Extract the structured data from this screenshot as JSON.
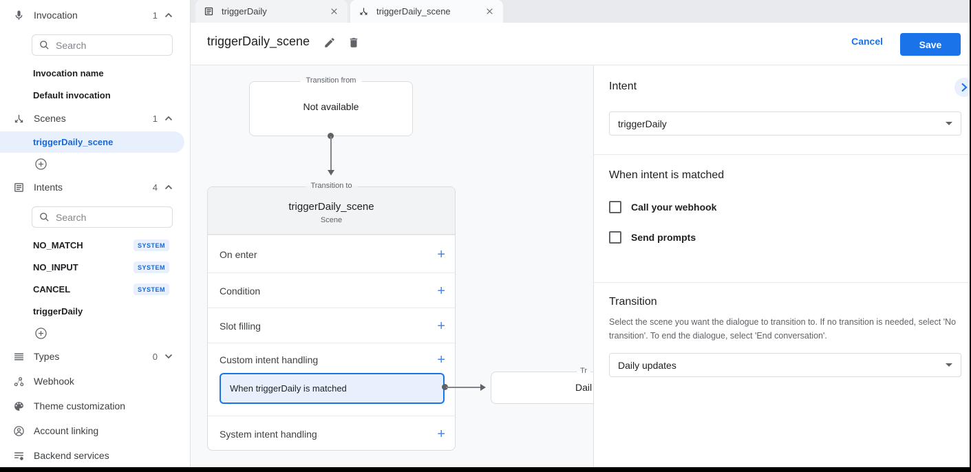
{
  "colors": {
    "accent": "#1a73e8",
    "accent_light": "#e8f0fe",
    "badge_text": "#1967d2",
    "canvas_bg": "#f8f9fa",
    "tabstrip_bg": "#e8eaed",
    "card_header_bg": "#f1f3f4",
    "border": "#dadce0",
    "text": "#202124",
    "text_secondary": "#5f6368"
  },
  "sidebar": {
    "search_placeholder": "Search",
    "sections": {
      "invocation": {
        "label": "Invocation",
        "count": "1",
        "state": "expanded"
      },
      "scenes": {
        "label": "Scenes",
        "count": "1",
        "state": "expanded"
      },
      "intents": {
        "label": "Intents",
        "count": "4",
        "state": "expanded"
      },
      "types": {
        "label": "Types",
        "count": "0",
        "state": "collapsed"
      }
    },
    "invocation_items": [
      {
        "label": "Invocation name"
      },
      {
        "label": "Default invocation"
      }
    ],
    "scene_items": [
      {
        "label": "triggerDaily_scene",
        "selected": true
      }
    ],
    "intent_items": [
      {
        "label": "NO_MATCH",
        "badge": "SYSTEM"
      },
      {
        "label": "NO_INPUT",
        "badge": "SYSTEM"
      },
      {
        "label": "CANCEL",
        "badge": "SYSTEM"
      },
      {
        "label": "triggerDaily",
        "badge": ""
      }
    ],
    "tools": [
      {
        "label": "Webhook"
      },
      {
        "label": "Theme customization"
      },
      {
        "label": "Account linking"
      },
      {
        "label": "Backend services"
      }
    ]
  },
  "tabs": [
    {
      "label": "triggerDaily",
      "icon": "intent-icon",
      "active": false
    },
    {
      "label": "triggerDaily_scene",
      "icon": "scene-icon",
      "active": true
    }
  ],
  "header": {
    "title": "triggerDaily_scene",
    "cancel_label": "Cancel",
    "save_label": "Save"
  },
  "diagram": {
    "transition_from": {
      "legend": "Transition from",
      "content": "Not available"
    },
    "scene_card": {
      "legend": "Transition to",
      "title": "triggerDaily_scene",
      "subtitle": "Scene",
      "add_label": "+",
      "rows": [
        {
          "label": "On enter"
        },
        {
          "label": "Condition"
        },
        {
          "label": "Slot filling"
        },
        {
          "label": "Custom intent handling"
        },
        {
          "label": "System intent handling"
        }
      ],
      "custom_child": "When triggerDaily is matched"
    },
    "next_box": {
      "legend_visible": "Tr",
      "content_visible": "Dail"
    }
  },
  "panel": {
    "intent": {
      "label": "Intent",
      "value": "triggerDaily"
    },
    "matched": {
      "title": "When intent is matched",
      "options": [
        {
          "label": "Call your webhook",
          "checked": false
        },
        {
          "label": "Send prompts",
          "checked": false
        }
      ]
    },
    "transition": {
      "title": "Transition",
      "description": "Select the scene you want the dialogue to transition to. If no transition is needed, select 'No transition'. To end the dialogue, select 'End conversation'.",
      "value": "Daily updates"
    }
  }
}
